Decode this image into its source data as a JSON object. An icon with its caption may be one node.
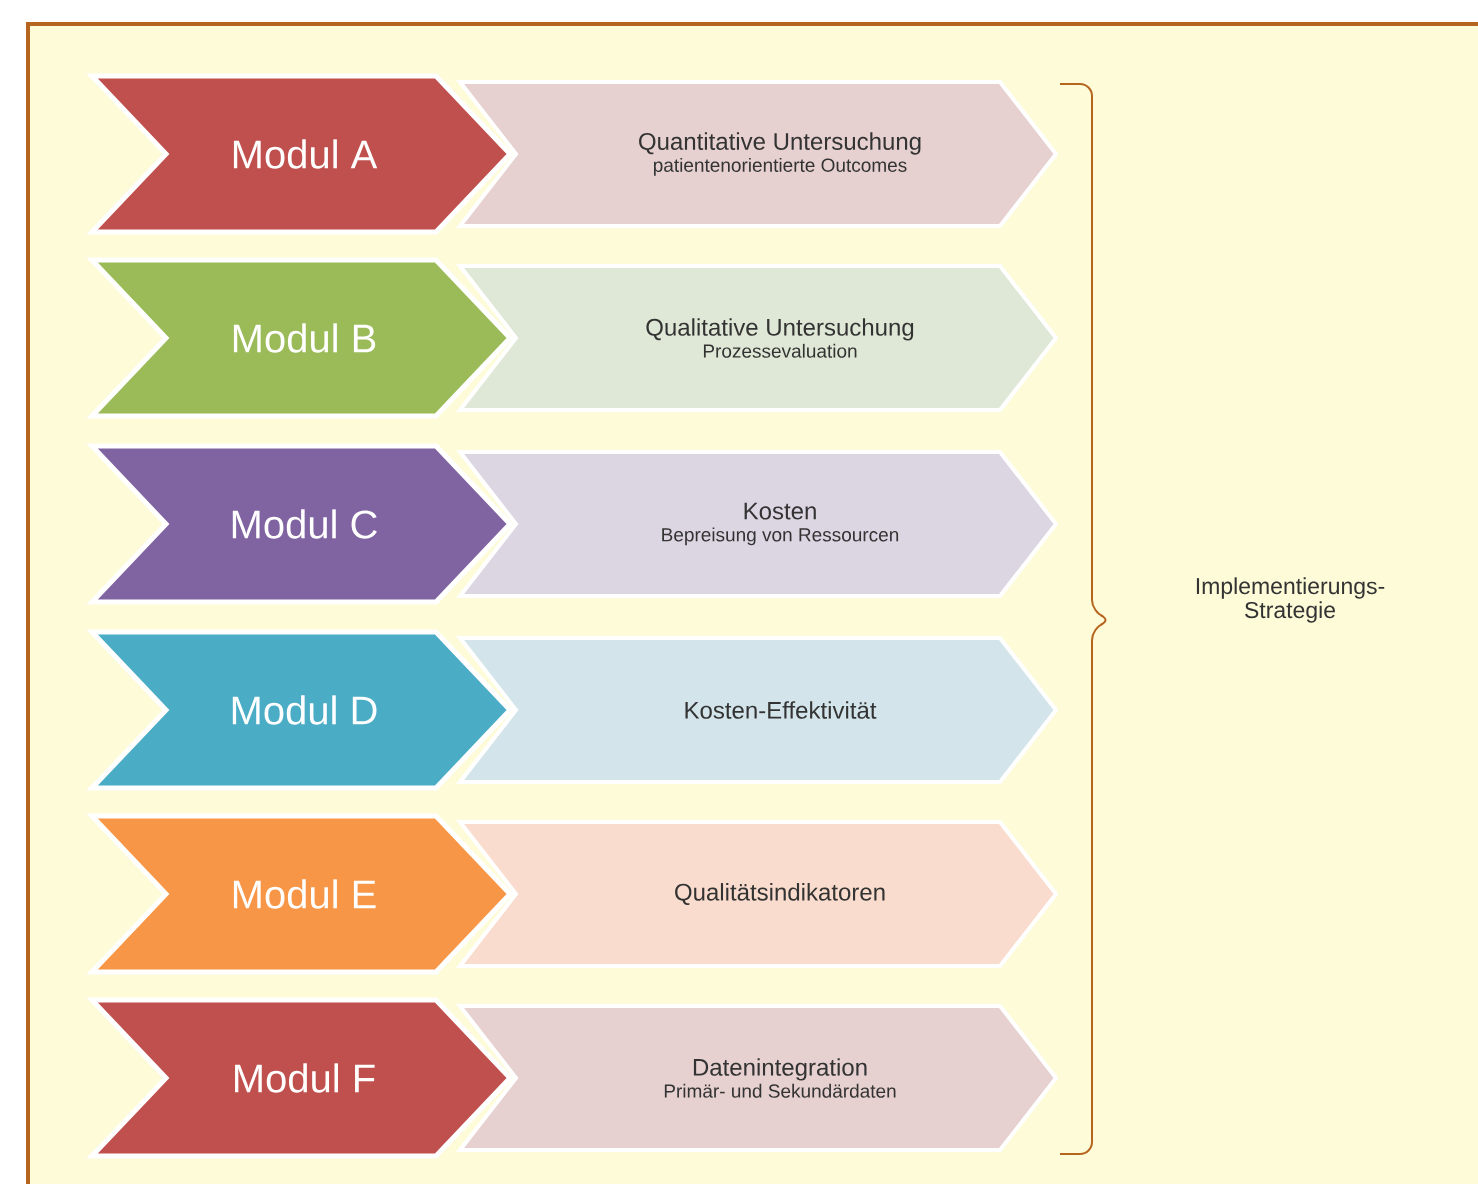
{
  "diagram": {
    "nodes": [
      {
        "text": [
          "Modul A"
        ]
      },
      {
        "text": [
          "Quantitative Untersuchung",
          "patientenorientierte Outcomes"
        ]
      },
      {
        "text": [
          "Modul B"
        ]
      },
      {
        "text": [
          "Qualitative Untersuchung",
          "Prozessevaluation"
        ]
      },
      {
        "text": [
          "Modul C"
        ]
      },
      {
        "text": [
          "Kosten",
          "Bepreisung von Ressourcen"
        ]
      },
      {
        "text": [
          "Modul D"
        ]
      },
      {
        "text": [
          "Kosten-Effektivität"
        ]
      },
      {
        "text": [
          "Modul E"
        ]
      },
      {
        "text": [
          "Qualitätsindikatoren"
        ]
      },
      {
        "text": [
          "Modul F"
        ]
      },
      {
        "text": [
          "Datenintegration",
          "Primär- und Sekundärdaten"
        ]
      }
    ],
    "labels": [
      "Implementierungs- Strategie"
    ]
  }
}
